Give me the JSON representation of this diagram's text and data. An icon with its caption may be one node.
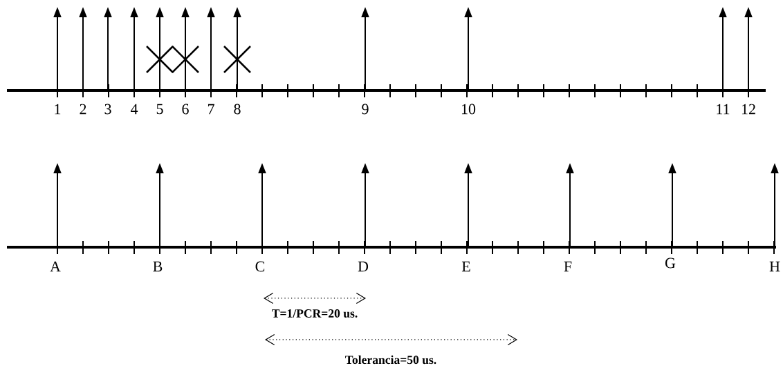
{
  "diagram": {
    "labels": [
      "1",
      "2",
      "3",
      "4",
      "5",
      "6",
      "7",
      "8",
      "9",
      "10",
      "11",
      "12",
      "A",
      "B",
      "C",
      "D",
      "E",
      "F",
      "G",
      "H",
      "T=1/PCR=20 us.",
      "Tolerancia=50 us."
    ]
  }
}
